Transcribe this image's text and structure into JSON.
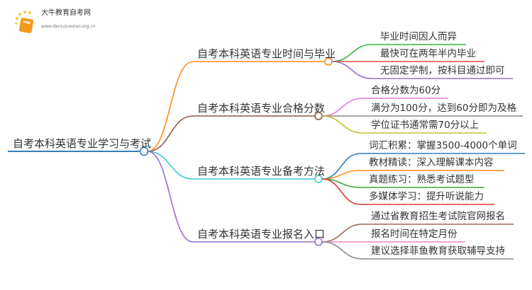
{
  "logo": {
    "title": "大牛教育自考网",
    "url": "www.daniuzuexiao.org.cn"
  },
  "root": {
    "label": "自考本科英语专业学习与考试",
    "color": "#2f7fc1"
  },
  "branches": [
    {
      "label": "自考本科英语专业时间与毕业",
      "color": "#ff8c1a",
      "leaves": [
        {
          "label": "毕业时间因人而异",
          "color": "#3cb043"
        },
        {
          "label": "最快可在两年半内毕业",
          "color": "#e04848"
        },
        {
          "label": "无固定学制，按科目通过即可",
          "color": "#9b6bcc"
        }
      ]
    },
    {
      "label": "自考本科英语专业合格分数",
      "color": "#8b5a4a",
      "leaves": [
        {
          "label": "合格分数为60分",
          "color": "#e77bd0"
        },
        {
          "label": "满分为100分，达到60分即为及格",
          "color": "#8a8a8a"
        },
        {
          "label": "学位证书通常需70分以上",
          "color": "#c2c034"
        }
      ]
    },
    {
      "label": "自考本科英语专业备考方法",
      "color": "#3cc8d8",
      "leaves": [
        {
          "label": "词汇积累：掌握3500-4000个单词",
          "color": "#2a7fc0"
        },
        {
          "label": "教材精读：深入理解课本内容",
          "color": "#ff8c1a"
        },
        {
          "label": "真题练习：熟悉考试题型",
          "color": "#3aa53a"
        },
        {
          "label": "多媒体学习：提升听说能力",
          "color": "#e03838"
        }
      ]
    },
    {
      "label": "自考本科英语专业报名入口",
      "color": "#9b6bcc",
      "leaves": [
        {
          "label": "通过省教育招生考试院官网报名",
          "color": "#9a6a5a"
        },
        {
          "label": "报名时间在特定月份",
          "color": "#e88ac8"
        },
        {
          "label": "建议选择菲鱼教育获取辅导支持",
          "color": "#8a8a8a"
        }
      ]
    }
  ]
}
